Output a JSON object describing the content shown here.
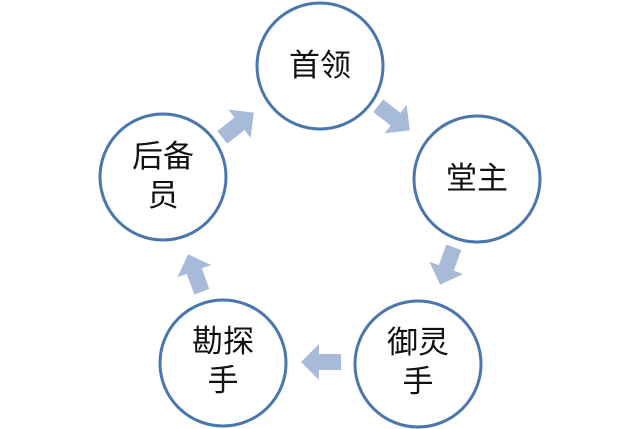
{
  "diagram": {
    "type": "cycle",
    "nodes": [
      {
        "id": "top",
        "lines": [
          "首领"
        ]
      },
      {
        "id": "right",
        "lines": [
          "堂主"
        ]
      },
      {
        "id": "bottom-right",
        "lines": [
          "御灵",
          "手"
        ]
      },
      {
        "id": "bottom-left",
        "lines": [
          "勘探",
          "手"
        ]
      },
      {
        "id": "left",
        "lines": [
          "后备",
          "员"
        ]
      }
    ],
    "edges": [
      {
        "from": "top",
        "to": "right"
      },
      {
        "from": "right",
        "to": "bottom-right"
      },
      {
        "from": "bottom-right",
        "to": "bottom-left"
      },
      {
        "from": "bottom-left",
        "to": "left"
      },
      {
        "from": "left",
        "to": "top"
      }
    ],
    "colors": {
      "circle_stroke": "#4a77ab",
      "arrow_fill": "#a7bbd9",
      "text": "#111111"
    }
  }
}
